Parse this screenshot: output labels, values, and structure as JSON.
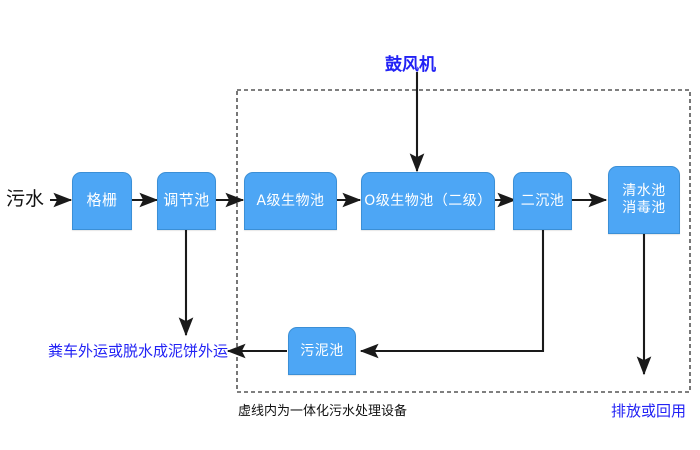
{
  "diagram": {
    "title_caption": "虚线内为一体化污水处理设备",
    "dashed_region_note": "虚线内为一体化污水处理设备",
    "colors": {
      "node_fill": "#4da6f5",
      "node_border": "#3b8fd6",
      "node_text": "#ffffff",
      "blue_label": "#2222f5",
      "black_label": "#111111",
      "arrow": "#1a1a1a",
      "dashed_border": "#555555",
      "background": "#ffffff"
    },
    "nodes": [
      {
        "id": "grid",
        "label": "格栅",
        "label2": ""
      },
      {
        "id": "adjust",
        "label": "调节池",
        "label2": ""
      },
      {
        "id": "a-tank",
        "label": "A级生物池",
        "label2": ""
      },
      {
        "id": "o-tank",
        "label": "O级生物池（二级）",
        "label2": ""
      },
      {
        "id": "settler",
        "label": "二沉池",
        "label2": ""
      },
      {
        "id": "clearwater",
        "label": "清水池",
        "label2": "消毒池"
      },
      {
        "id": "sludge",
        "label": "污泥池",
        "label2": ""
      }
    ],
    "labels": {
      "influent": "污水",
      "blower": "鼓风机",
      "sludge_disposal": "粪车外运或脱水成泥饼外运",
      "discharge": "排放或回用",
      "dashed_caption": "虚线内为一体化污水处理设备"
    }
  }
}
